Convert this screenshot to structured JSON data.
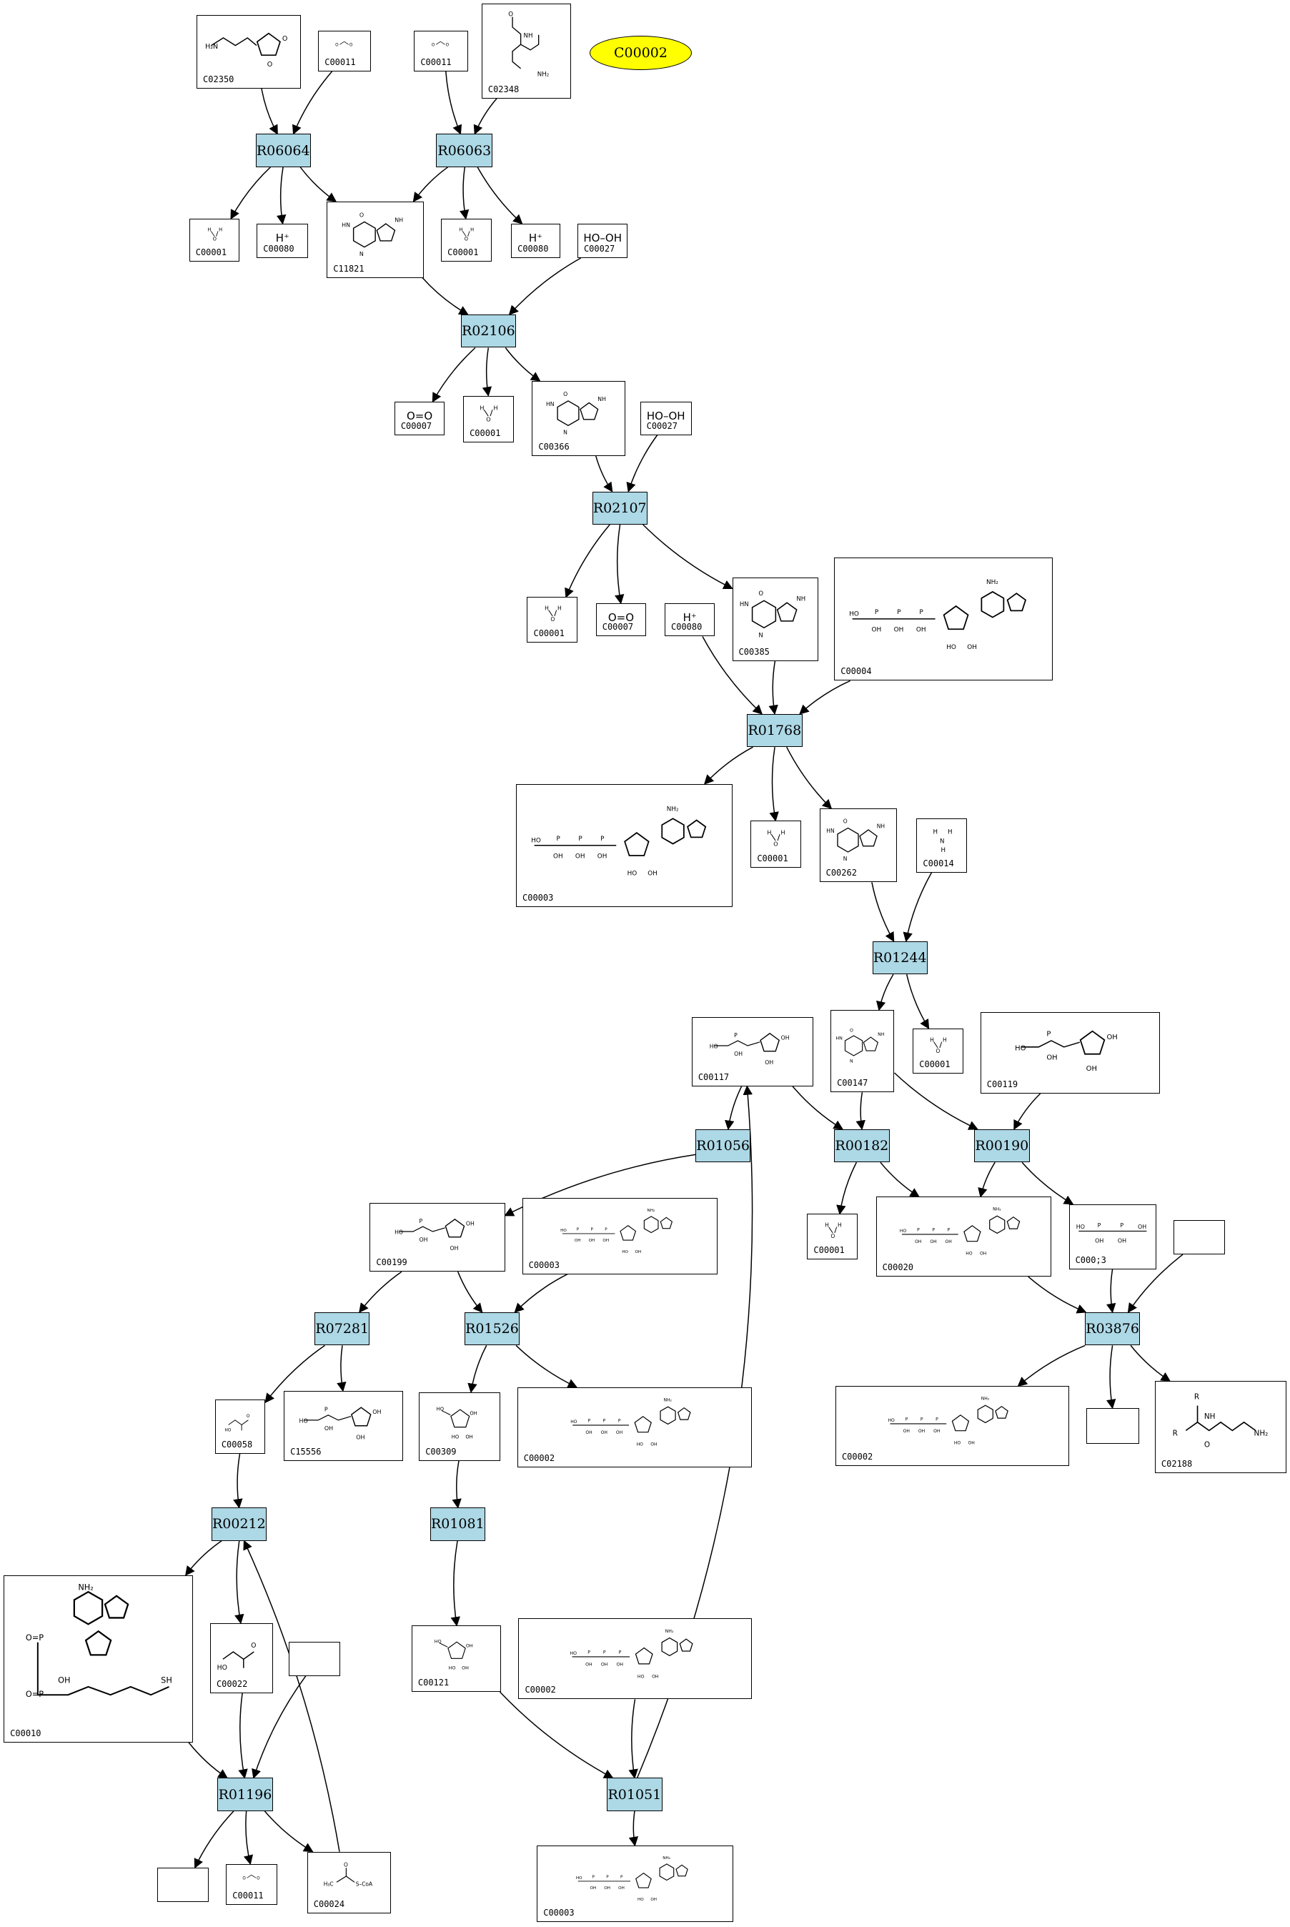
{
  "graph": {
    "start_marker": "C00002",
    "compounds": [
      {
        "key": "c02350",
        "id": "C02350",
        "formula": "",
        "structure": "allantoin"
      },
      {
        "key": "c00011_a",
        "id": "C00011",
        "formula": "",
        "structure": "co2"
      },
      {
        "key": "c00011_b",
        "id": "C00011",
        "formula": "",
        "structure": "co2"
      },
      {
        "key": "c02348",
        "id": "C02348",
        "formula": "",
        "structure": "urea-chain"
      },
      {
        "key": "c00001_a",
        "id": "C00001",
        "formula": "",
        "structure": "water"
      },
      {
        "key": "c00080_a",
        "id": "C00080",
        "formula": "H⁺",
        "structure": ""
      },
      {
        "key": "c11821",
        "id": "C11821",
        "formula": "",
        "structure": "purine-ring"
      },
      {
        "key": "c00001_b",
        "id": "C00001",
        "formula": "",
        "structure": "water"
      },
      {
        "key": "c00080_b",
        "id": "C00080",
        "formula": "H⁺",
        "structure": ""
      },
      {
        "key": "c00027_a",
        "id": "C00027",
        "formula": "HO–OH",
        "structure": ""
      },
      {
        "key": "c00007_a",
        "id": "C00007",
        "formula": "O=O",
        "structure": ""
      },
      {
        "key": "c00001_c",
        "id": "C00001",
        "formula": "",
        "structure": "water"
      },
      {
        "key": "c00366",
        "id": "C00366",
        "formula": "",
        "structure": "purine-ring"
      },
      {
        "key": "c00027_b",
        "id": "C00027",
        "formula": "HO–OH",
        "structure": ""
      },
      {
        "key": "c00001_d",
        "id": "C00001",
        "formula": "",
        "structure": "water"
      },
      {
        "key": "c00007_b",
        "id": "C00007",
        "formula": "O=O",
        "structure": ""
      },
      {
        "key": "c00080_c",
        "id": "C00080",
        "formula": "H⁺",
        "structure": ""
      },
      {
        "key": "c00385",
        "id": "C00385",
        "formula": "",
        "structure": "purine-ring"
      },
      {
        "key": "c00004",
        "id": "C00004",
        "formula": "",
        "structure": "nucleotide"
      },
      {
        "key": "c00003_a",
        "id": "C00003",
        "formula": "",
        "structure": "nucleotide"
      },
      {
        "key": "c00001_e",
        "id": "C00001",
        "formula": "",
        "structure": "water"
      },
      {
        "key": "c00262",
        "id": "C00262",
        "formula": "",
        "structure": "purine-ring"
      },
      {
        "key": "c00014",
        "id": "C00014",
        "formula": "",
        "structure": "ammonia"
      },
      {
        "key": "c00117",
        "id": "C00117",
        "formula": "",
        "structure": "sugar-phosphate"
      },
      {
        "key": "c00147",
        "id": "C00147",
        "formula": "",
        "structure": "purine-ring"
      },
      {
        "key": "c00001_f",
        "id": "C00001",
        "formula": "",
        "structure": "water"
      },
      {
        "key": "c00119",
        "id": "C00119",
        "formula": "",
        "structure": "sugar-phosphate"
      },
      {
        "key": "c00001_g",
        "id": "C00001",
        "formula": "",
        "structure": "water"
      },
      {
        "key": "c00020",
        "id": "C00020",
        "formula": "",
        "structure": "nucleotide"
      },
      {
        "key": "c00013",
        "id": "C000;3",
        "formula": "",
        "structure": "phosphate"
      },
      {
        "key": "blank_a",
        "id": "",
        "formula": "",
        "structure": ""
      },
      {
        "key": "c00199",
        "id": "C00199",
        "formula": "",
        "structure": "sugar-phosphate"
      },
      {
        "key": "c00003_b",
        "id": "C00003",
        "formula": "",
        "structure": "nucleotide"
      },
      {
        "key": "c00058",
        "id": "C00058",
        "formula": "",
        "structure": "small-acid"
      },
      {
        "key": "c15556",
        "id": "C15556",
        "formula": "",
        "structure": "sugar-phosphate"
      },
      {
        "key": "c00309",
        "id": "C00309",
        "formula": "",
        "structure": "sugar"
      },
      {
        "key": "c00002_a",
        "id": "C00002",
        "formula": "",
        "structure": "nucleotide"
      },
      {
        "key": "c00002_b",
        "id": "C00002",
        "formula": "",
        "structure": "nucleotide"
      },
      {
        "key": "blank_b",
        "id": "",
        "formula": "",
        "structure": ""
      },
      {
        "key": "c02188",
        "id": "C02188",
        "formula": "",
        "structure": "peptide"
      },
      {
        "key": "c00010",
        "id": "C00010",
        "formula": "",
        "structure": "coenzyme-a"
      },
      {
        "key": "c00022",
        "id": "C00022",
        "formula": "",
        "structure": "small-acid"
      },
      {
        "key": "blank_c",
        "id": "",
        "formula": "",
        "structure": ""
      },
      {
        "key": "c00121",
        "id": "C00121",
        "formula": "",
        "structure": "sugar"
      },
      {
        "key": "c00002_c",
        "id": "C00002",
        "formula": "",
        "structure": "nucleotide"
      },
      {
        "key": "blank_d",
        "id": "",
        "formula": "",
        "structure": ""
      },
      {
        "key": "c00011_c",
        "id": "C00011",
        "formula": "",
        "structure": "co2"
      },
      {
        "key": "c00024",
        "id": "C00024",
        "formula": "",
        "structure": "acetyl-coa"
      },
      {
        "key": "c00003_c",
        "id": "C00003",
        "formula": "",
        "structure": "nucleotide"
      }
    ],
    "reactions": [
      {
        "key": "r06064",
        "label": "R06064"
      },
      {
        "key": "r06063",
        "label": "R06063"
      },
      {
        "key": "r02106",
        "label": "R02106"
      },
      {
        "key": "r02107",
        "label": "R02107"
      },
      {
        "key": "r01768",
        "label": "R01768"
      },
      {
        "key": "r01244",
        "label": "R01244"
      },
      {
        "key": "r01056",
        "label": "R01056"
      },
      {
        "key": "r00182",
        "label": "R00182"
      },
      {
        "key": "r00190",
        "label": "R00190"
      },
      {
        "key": "r07281",
        "label": "R07281"
      },
      {
        "key": "r01526",
        "label": "R01526"
      },
      {
        "key": "r03876",
        "label": "R03876"
      },
      {
        "key": "r00212",
        "label": "R00212"
      },
      {
        "key": "r01081",
        "label": "R01081"
      },
      {
        "key": "r01196",
        "label": "R01196"
      },
      {
        "key": "r01051",
        "label": "R01051"
      }
    ],
    "edges": [
      [
        "c02350",
        "r06064"
      ],
      [
        "c00011_a",
        "r06064"
      ],
      [
        "r06064",
        "c00001_a"
      ],
      [
        "r06064",
        "c00080_a"
      ],
      [
        "r06064",
        "c11821"
      ],
      [
        "c00011_b",
        "r06063"
      ],
      [
        "c02348",
        "r06063"
      ],
      [
        "r06063",
        "c11821"
      ],
      [
        "r06063",
        "c00001_b"
      ],
      [
        "r06063",
        "c00080_b"
      ],
      [
        "c11821",
        "r02106"
      ],
      [
        "c00027_a",
        "r02106"
      ],
      [
        "r02106",
        "c00007_a"
      ],
      [
        "r02106",
        "c00001_c"
      ],
      [
        "r02106",
        "c00366"
      ],
      [
        "c00366",
        "r02107"
      ],
      [
        "c00027_b",
        "r02107"
      ],
      [
        "r02107",
        "c00001_d"
      ],
      [
        "r02107",
        "c00007_b"
      ],
      [
        "r02107",
        "c00385"
      ],
      [
        "c00080_c",
        "r01768"
      ],
      [
        "c00385",
        "r01768"
      ],
      [
        "c00004",
        "r01768"
      ],
      [
        "r01768",
        "c00003_a"
      ],
      [
        "r01768",
        "c00001_e"
      ],
      [
        "r01768",
        "c00262"
      ],
      [
        "c00262",
        "r01244"
      ],
      [
        "c00014",
        "r01244"
      ],
      [
        "r01244",
        "c00147"
      ],
      [
        "r01244",
        "c00001_f"
      ],
      [
        "c00117",
        "r01056"
      ],
      [
        "c00117",
        "r00182"
      ],
      [
        "c00147",
        "r00182"
      ],
      [
        "c00147",
        "r00190"
      ],
      [
        "c00119",
        "r00190"
      ],
      [
        "r00182",
        "c00001_g"
      ],
      [
        "r00182",
        "c00020"
      ],
      [
        "r00190",
        "c00020"
      ],
      [
        "r00190",
        "c00013"
      ],
      [
        "c00020",
        "r03876"
      ],
      [
        "c00013",
        "r03876"
      ],
      [
        "blank_a",
        "r03876"
      ],
      [
        "r03876",
        "c00002_b"
      ],
      [
        "r03876",
        "blank_b"
      ],
      [
        "r03876",
        "c02188"
      ],
      [
        "r01056",
        "c00199"
      ],
      [
        "c00199",
        "r07281"
      ],
      [
        "c00199",
        "r01526"
      ],
      [
        "c00003_b",
        "r01526"
      ],
      [
        "r07281",
        "c00058"
      ],
      [
        "r07281",
        "c15556"
      ],
      [
        "r01526",
        "c00309"
      ],
      [
        "r01526",
        "c00002_a"
      ],
      [
        "c00058",
        "r00212"
      ],
      [
        "r00212",
        "c00010"
      ],
      [
        "r00212",
        "c00022"
      ],
      [
        "c00309",
        "r01081"
      ],
      [
        "r01081",
        "c00121"
      ],
      [
        "c00010",
        "r01196"
      ],
      [
        "c00022",
        "r01196"
      ],
      [
        "blank_c",
        "r01196"
      ],
      [
        "r01196",
        "blank_d"
      ],
      [
        "r01196",
        "c00011_c"
      ],
      [
        "r01196",
        "c00024"
      ],
      [
        "c00024",
        "r00212"
      ],
      [
        "c00121",
        "r01051"
      ],
      [
        "c00002_c",
        "r01051"
      ],
      [
        "r01051",
        "c00003_c"
      ],
      [
        "r01051",
        "c00117"
      ]
    ]
  }
}
